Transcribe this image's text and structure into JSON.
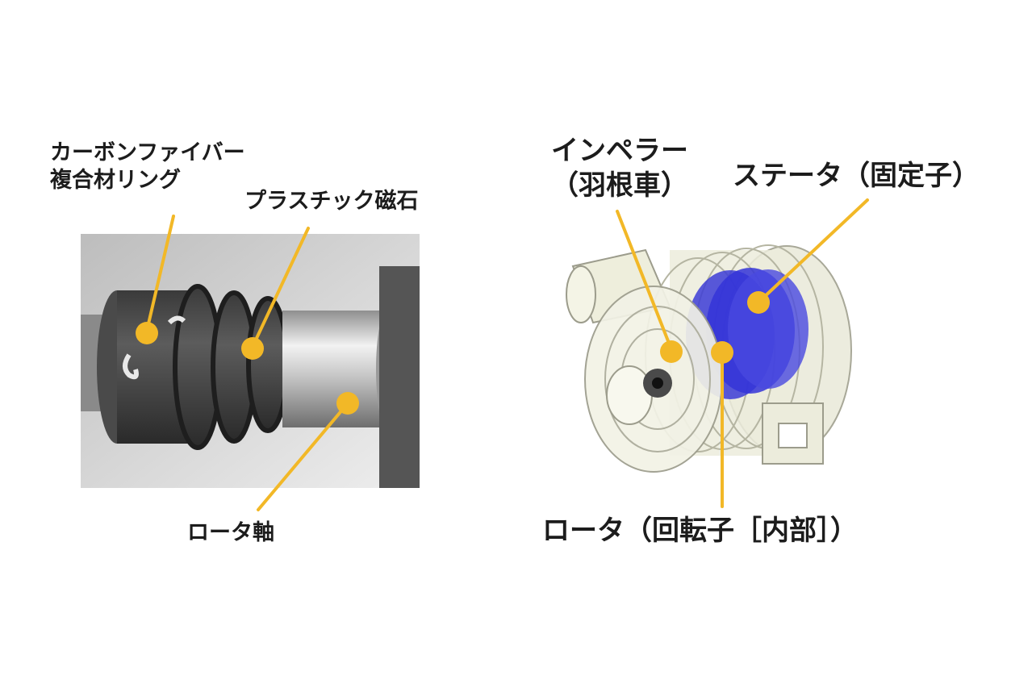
{
  "left_panel": {
    "labels": {
      "carbon_ring_line1": "カーボンファイバー",
      "carbon_ring_line2": "複合材リング",
      "plastic_magnet": "プラスチック磁石",
      "rotor_shaft": "ロータ軸"
    }
  },
  "right_panel": {
    "labels": {
      "impeller_line1": "インペラー",
      "impeller_line2": "（羽根車）",
      "stator": "ステータ（固定子）",
      "rotor": "ロータ（回転子［内部］）"
    }
  },
  "colors": {
    "leader": "#F2B827",
    "stator_blue": "#3434D8",
    "text": "#1c1c1c"
  }
}
